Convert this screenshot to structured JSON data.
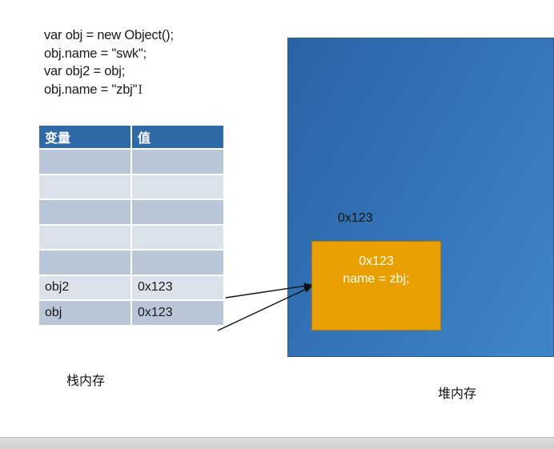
{
  "code": {
    "line1": "var obj = new Object();",
    "line2": "obj.name = \"swk\";",
    "line3": "var obj2 = obj;",
    "line4": "obj.name = \"zbj\""
  },
  "stack": {
    "headers": {
      "var": "变量",
      "val": "值"
    },
    "rows": [
      {
        "var": "",
        "val": ""
      },
      {
        "var": "",
        "val": ""
      },
      {
        "var": "",
        "val": ""
      },
      {
        "var": "",
        "val": ""
      },
      {
        "var": "",
        "val": ""
      },
      {
        "var": "obj2",
        "val": "0x123"
      },
      {
        "var": "obj",
        "val": "0x123"
      }
    ],
    "label": "栈内存"
  },
  "heap": {
    "label": "堆内存",
    "address_label": "0x123",
    "object": {
      "address": "0x123",
      "property": "name = zbj;"
    }
  },
  "colors": {
    "table_header": "#2e6aa8",
    "heap_area": "#3474b8",
    "object_box": "#e8a000"
  }
}
